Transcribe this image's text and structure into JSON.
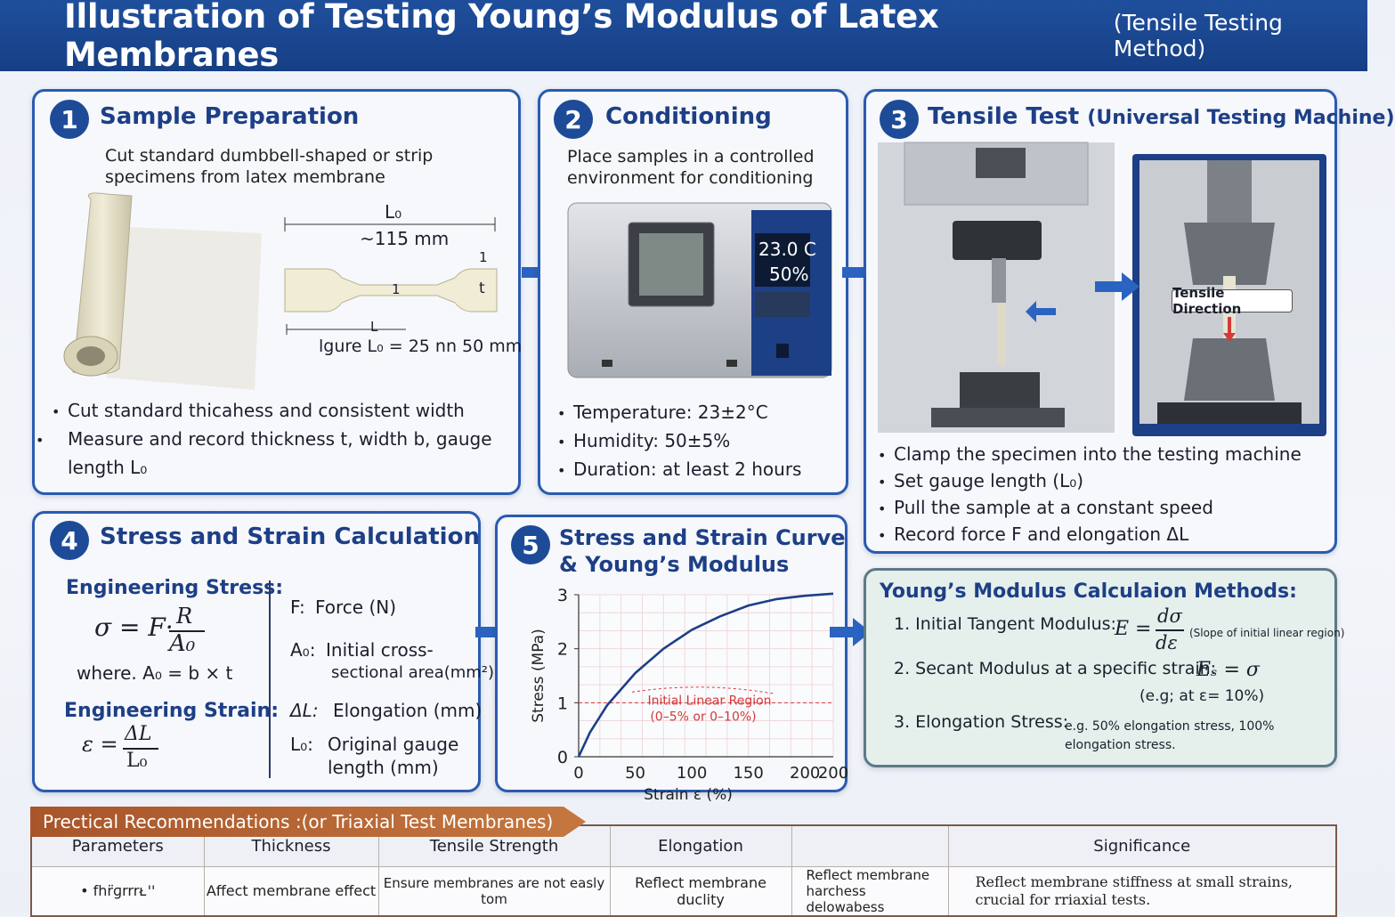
{
  "header": {
    "title": "Illustration of Testing Young’s Modulus of Latex Membranes",
    "subtitle": "(Tensile Testing Method)"
  },
  "panel1": {
    "number": "1",
    "title": "Sample Preparation",
    "intro": "Cut standard dumbbell-shaped or strip specimens from latex membrane",
    "dim_L0": "L₀",
    "dim_total": "~115 mm",
    "mark_1": "1",
    "mark_t": "t",
    "mark_L": "L",
    "gauge_text": "lgure L₀ = 25 nn 50 mm",
    "bullets": [
      "Cut standard thicahess and consistent width",
      "Measure and record thickness t, width b, gauge length L₀"
    ]
  },
  "panel2": {
    "number": "2",
    "title": "Conditioning",
    "intro": "Place samples in a controlled environment for conditioning",
    "display_temp": "23.0 C",
    "display_hum": "50%",
    "bullets": [
      "Temperature: 23±2°C",
      "Humidity: 50±5%",
      "Duration: at least 2 hours"
    ]
  },
  "panel3": {
    "number": "3",
    "title": "Tensile Test",
    "title_sub": "(Universal Testing Machine)",
    "tensile_label": "Tensile Direction",
    "bullets": [
      "Clamp the specimen into the testing machine",
      "Set gauge length (L₀)",
      "Pull the sample at a constant speed",
      "Record force F and elongation ΔL"
    ]
  },
  "panel4": {
    "number": "4",
    "title": "Stress and Strain Calculation",
    "stress_heading": "Engineering Stress:",
    "stress_formula_left": "σ = F·",
    "stress_num": "R",
    "stress_den": "A₀",
    "where_text": "where. A₀ = b × t",
    "strain_heading": "Engineering Strain:",
    "strain_left": "ε =",
    "strain_num": "ΔL",
    "strain_den": "L₀",
    "defs": [
      {
        "sym": "F:",
        "text": "Force (N)"
      },
      {
        "sym": "A₀:",
        "text": "Initial cross-"
      },
      {
        "sym": "",
        "text": "sectional area(mm²)"
      },
      {
        "sym": "ΔL:",
        "text": "Elongation (mm)"
      },
      {
        "sym": "L₀:",
        "text": "Original gauge"
      },
      {
        "sym": "",
        "text": "length (mm)"
      }
    ]
  },
  "panel5": {
    "number": "5",
    "title_line1": "Stress and Strain Curve",
    "title_line2": "& Young’s Modulus",
    "region_label_1": "Initial Linear Region",
    "region_label_2": "(0–5% or 0–10%)"
  },
  "chart_data": {
    "type": "line",
    "xlabel": "Strain ε (%)",
    "ylabel": "Stress (MPa)",
    "x_tick_labels": [
      "0",
      "50",
      "100",
      "150",
      "200",
      "200"
    ],
    "y_tick_labels": [
      "0",
      "1",
      "2",
      "3"
    ],
    "ylim": [
      0,
      3
    ],
    "grid": true,
    "series": [
      {
        "x": [
          0,
          10,
          25,
          50,
          75,
          100,
          125,
          150,
          175,
          200,
          225
        ],
        "y": [
          0,
          0.45,
          0.95,
          1.55,
          2.0,
          2.35,
          2.6,
          2.8,
          2.92,
          2.98,
          3.02
        ]
      }
    ],
    "colors": {
      "curve": "#1d3f86",
      "region": "#d33a3a"
    }
  },
  "methods": {
    "title": "Young’s Modulus Calculaion Methods:",
    "m1_label": "1. Initial Tangent Modulus:",
    "m1_formula_left": "E =",
    "m1_num": "dσ",
    "m1_den": "dε",
    "m1_note": "(Slope of initial linear region)",
    "m2_label": "2. Secant Modulus at a specific strain:",
    "m2_formula": "Eₛ = σ",
    "m2_note": "(e.g; at ε= 10%)",
    "m3_label": "3. Elongation Stress:",
    "m3_note": "e.g. 50% elongation stress, 100% elongation stress."
  },
  "recommendations": {
    "banner": "Prectical Recommendations :(or Triaxial Test Membranes)",
    "headers": [
      "Parameters",
      "Thickness",
      "Tensile Strength",
      "Elongation",
      "",
      "Significance"
    ],
    "row": [
      "• fhr̈ɡrrrᴌ''",
      "Affect membrane effect",
      "Ensure membranes are not easly tom",
      "Reflect membrane duclity",
      "Reflect membrane harchess delowabess",
      "Reflect membrane stiffness at small strains, crucial for rriaxial tests."
    ]
  },
  "colors": {
    "header_bg": "#1f4f9c",
    "panel_border": "#2a5bb0",
    "title_blue": "#1d3f86",
    "accent_arrow": "#2a63c0",
    "banner": "#b2622f"
  }
}
